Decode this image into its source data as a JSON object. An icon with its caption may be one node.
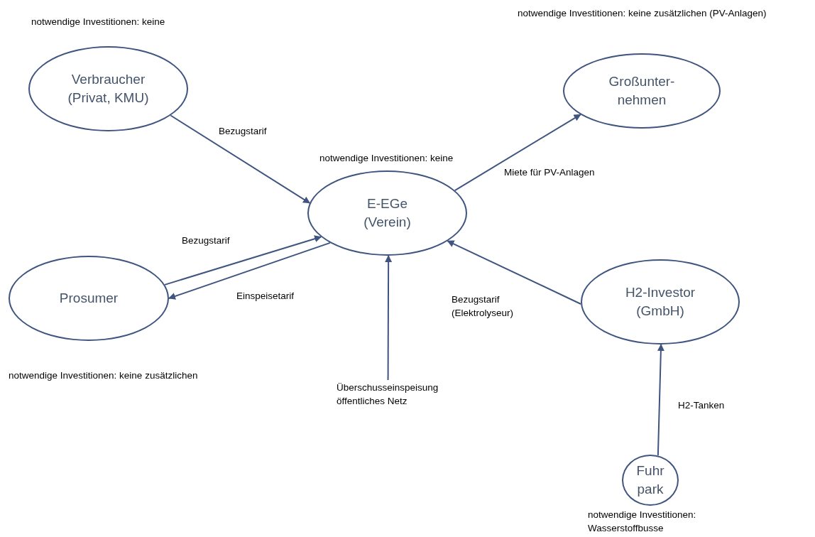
{
  "diagram": {
    "nodes": [
      {
        "text": [
          "Verbraucher (Privat, KMU)"
        ],
        "beside": [
          "notwendige Investitionen: keine"
        ]
      },
      {
        "text": [
          "Großunter-nehmen"
        ],
        "beside": [
          "notwendige Investitionen: keine zusätzlichen (PV-Anlagen)"
        ]
      },
      {
        "text": [
          "E-EGe (Verein)"
        ],
        "beside": [
          "notwendige Investitionen: keine"
        ]
      },
      {
        "text": [
          "Prosumer"
        ],
        "beside": [
          "notwendige Investitionen: keine zusätzlichen"
        ]
      },
      {
        "text": [
          "H2-Investor (GmbH)"
        ]
      },
      {
        "text": [
          "Fuhr park"
        ],
        "beside": [
          "notwendige Investitionen: Wasserstoffbusse"
        ]
      },
      {
        "text": [
          "Überschusseinspeisung öffentliches Netz"
        ]
      }
    ],
    "edges": [
      {
        "from": 0,
        "to": 2,
        "arrow": "to",
        "label": "Bezugstarif"
      },
      {
        "from": 2,
        "to": 1,
        "arrow": "to",
        "label": "Miete für PV-Anlagen"
      },
      {
        "from": 3,
        "to": 2,
        "arrow": "to",
        "label": "Bezugstarif"
      },
      {
        "from": 2,
        "to": 3,
        "arrow": "to",
        "label": "Einspeisetarif"
      },
      {
        "from": 6,
        "to": 2,
        "arrow": "to"
      },
      {
        "from": 4,
        "to": 2,
        "arrow": "to",
        "label": "Bezugstarif (Elektrolyseur)"
      },
      {
        "from": 5,
        "to": 4,
        "arrow": "to",
        "label": "H2-Tanken"
      }
    ]
  }
}
